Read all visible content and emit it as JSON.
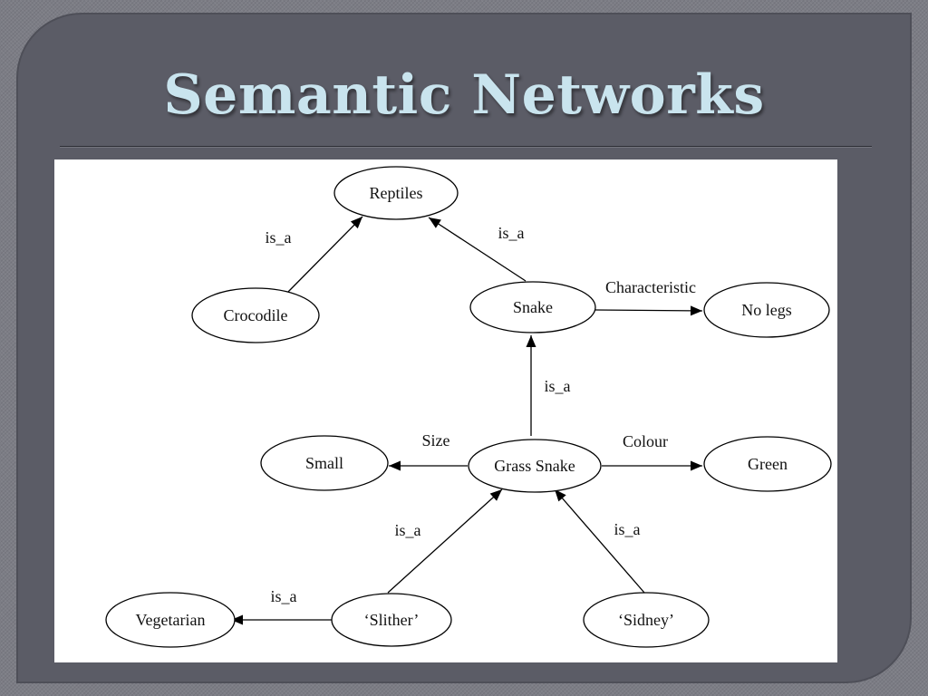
{
  "slide": {
    "title": "Semantic Networks"
  },
  "diagram": {
    "nodes": {
      "reptiles": "Reptiles",
      "crocodile": "Crocodile",
      "snake": "Snake",
      "no_legs": "No legs",
      "grass_snake": "Grass Snake",
      "small": "Small",
      "green": "Green",
      "vegetarian": "Vegetarian",
      "slither": "‘Slither’",
      "sidney": "‘Sidney’"
    },
    "edges": [
      {
        "from": "crocodile",
        "to": "reptiles",
        "label": "is_a"
      },
      {
        "from": "snake",
        "to": "reptiles",
        "label": "is_a"
      },
      {
        "from": "snake",
        "to": "no_legs",
        "label": "Characteristic"
      },
      {
        "from": "grass_snake",
        "to": "snake",
        "label": "is_a"
      },
      {
        "from": "grass_snake",
        "to": "small",
        "label": "Size"
      },
      {
        "from": "grass_snake",
        "to": "green",
        "label": "Colour"
      },
      {
        "from": "slither",
        "to": "grass_snake",
        "label": "is_a"
      },
      {
        "from": "sidney",
        "to": "grass_snake",
        "label": "is_a"
      },
      {
        "from": "slither",
        "to": "vegetarian",
        "label": "is_a"
      }
    ]
  },
  "colors": {
    "title": "#c9e4ee",
    "panel": "#5b5c66",
    "canvas": "#ffffff"
  }
}
